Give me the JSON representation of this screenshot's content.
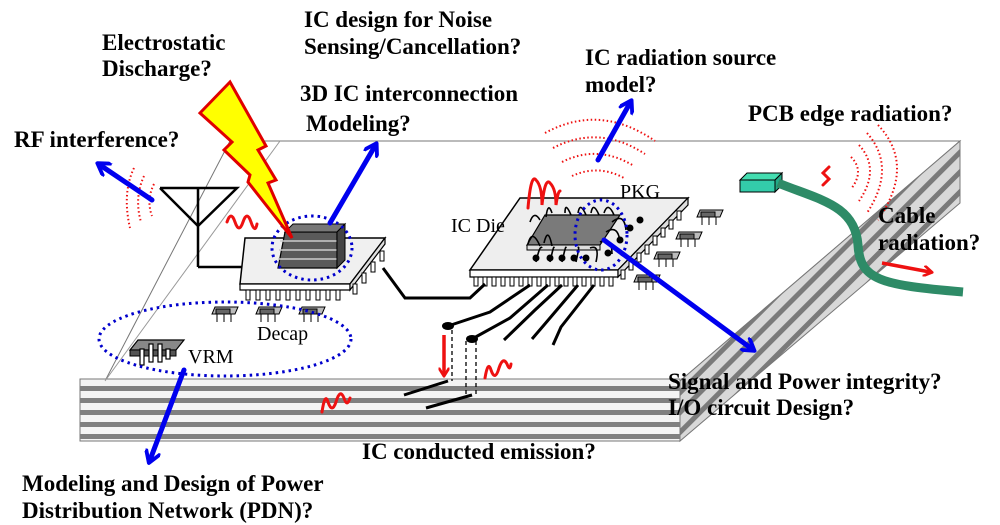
{
  "title": "EMC / SI / PI challenges on a PCB with ICs",
  "colors": {
    "question_arrow": "#0000ee",
    "noise": "#ee1111",
    "lightning_fill": "#ffff00",
    "lightning_stroke": "#e00000",
    "cable": "#2e8b67",
    "connector": "#33ccaa",
    "highlight_ring": "#0000cc",
    "board_layer_dark": "#808080",
    "board_layer_light": "#f2f2f2"
  },
  "questions": {
    "esd": [
      "Electrostatic",
      "Discharge?"
    ],
    "noise_sensing": [
      "IC design for Noise",
      "Sensing/Cancellation?"
    ],
    "interconnect_3d": [
      "3D IC interconnection",
      "Modeling?"
    ],
    "rf_interference": [
      "RF interference?"
    ],
    "radiation_source": [
      "IC radiation source",
      "model?"
    ],
    "pcb_edge": [
      "PCB edge radiation?"
    ],
    "cable": [
      "Cable",
      "radiation?"
    ],
    "si_pi": [
      "Signal and Power integrity?",
      "I/O circuit Design?"
    ],
    "conducted": [
      "IC conducted emission?"
    ],
    "pdn": [
      "Modeling and Design of Power",
      "Distribution Network (PDN)?"
    ]
  },
  "labels": {
    "ic_die": "IC Die",
    "pkg": "PKG",
    "decap": "Decap",
    "vrm": "VRM"
  },
  "icons": {
    "antenna": "antenna-icon",
    "lightning": "lightning-bolt-icon",
    "connector": "cable-connector-icon",
    "noise": "noise-waveform-icon",
    "radiation": "radiation-waves-icon"
  }
}
